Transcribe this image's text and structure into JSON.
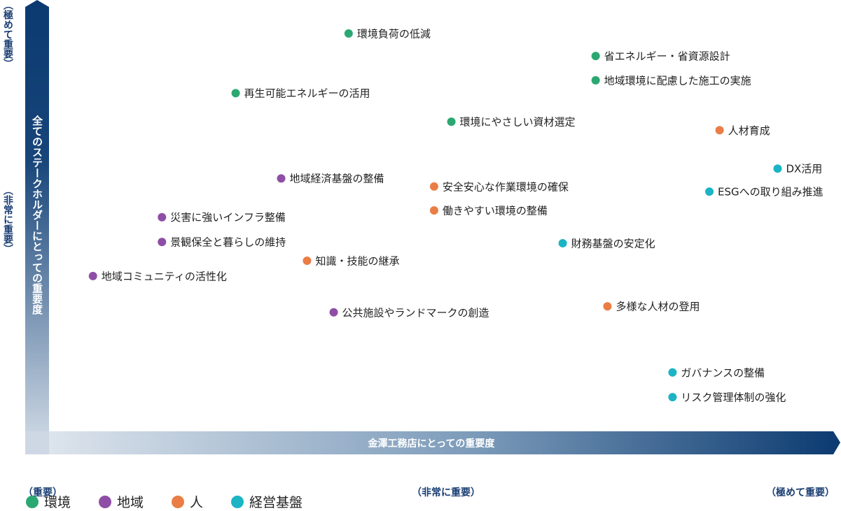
{
  "chart_data": {
    "type": "scatter",
    "title": "",
    "xlabel": "金澤工務店にとっての重要度",
    "ylabel": "全てのステークホルダーにとっての重要度",
    "xlim": [
      0,
      100
    ],
    "ylim": [
      0,
      100
    ],
    "grid": false,
    "x_ticks": [
      "（重要）",
      "（非常に重要）",
      "（極めて重要）"
    ],
    "y_ticks": [
      "（非常に重要）",
      "（極めて重要）"
    ],
    "legend_position": "bottom-left",
    "categories": [
      {
        "key": "env",
        "name": "環境",
        "color": "#2ba872"
      },
      {
        "key": "region",
        "name": "地域",
        "color": "#8e4ea6"
      },
      {
        "key": "people",
        "name": "人",
        "color": "#ea7d45"
      },
      {
        "key": "mgmt",
        "name": "経営基盤",
        "color": "#1bb4c4"
      }
    ],
    "points": [
      {
        "label": "環境負荷の低減",
        "category": "env",
        "x": 38.2,
        "y": 93.8
      },
      {
        "label": "省エネルギー・省資源設計",
        "category": "env",
        "x": 69.7,
        "y": 88.5
      },
      {
        "label": "地域環境に配慮した施工の実施",
        "category": "env",
        "x": 69.7,
        "y": 82.8
      },
      {
        "label": "再生可能エネルギーの活用",
        "category": "env",
        "x": 23.8,
        "y": 79.8
      },
      {
        "label": "環境にやさしい資材選定",
        "category": "env",
        "x": 51.3,
        "y": 73.1
      },
      {
        "label": "人材育成",
        "category": "people",
        "x": 85.5,
        "y": 71.1
      },
      {
        "label": "DX活用",
        "category": "mgmt",
        "x": 92.9,
        "y": 62.1
      },
      {
        "label": "ESGへの取り組み推進",
        "category": "mgmt",
        "x": 84.2,
        "y": 56.7
      },
      {
        "label": "地域経済基盤の整備",
        "category": "region",
        "x": 29.6,
        "y": 59.8
      },
      {
        "label": "安全安心な作業環境の確保",
        "category": "people",
        "x": 49.1,
        "y": 57.9
      },
      {
        "label": "働きやすい環境の整備",
        "category": "people",
        "x": 49.1,
        "y": 52.3
      },
      {
        "label": "災害に強いインフラ整備",
        "category": "region",
        "x": 14.4,
        "y": 50.7
      },
      {
        "label": "景観保全と暮らしの維持",
        "category": "region",
        "x": 14.4,
        "y": 44.9
      },
      {
        "label": "財務基盤の安定化",
        "category": "mgmt",
        "x": 65.5,
        "y": 44.6
      },
      {
        "label": "知識・技能の継承",
        "category": "people",
        "x": 32.9,
        "y": 40.5
      },
      {
        "label": "地域コミュニティの活性化",
        "category": "region",
        "x": 5.6,
        "y": 36.9
      },
      {
        "label": "公共施設やランドマークの創造",
        "category": "region",
        "x": 36.3,
        "y": 28.4
      },
      {
        "label": "多様な人材の登用",
        "category": "people",
        "x": 71.2,
        "y": 29.8
      },
      {
        "label": "ガバナンスの整備",
        "category": "mgmt",
        "x": 79.5,
        "y": 14.3
      },
      {
        "label": "リスク管理体制の強化",
        "category": "mgmt",
        "x": 79.5,
        "y": 8.5
      }
    ]
  }
}
